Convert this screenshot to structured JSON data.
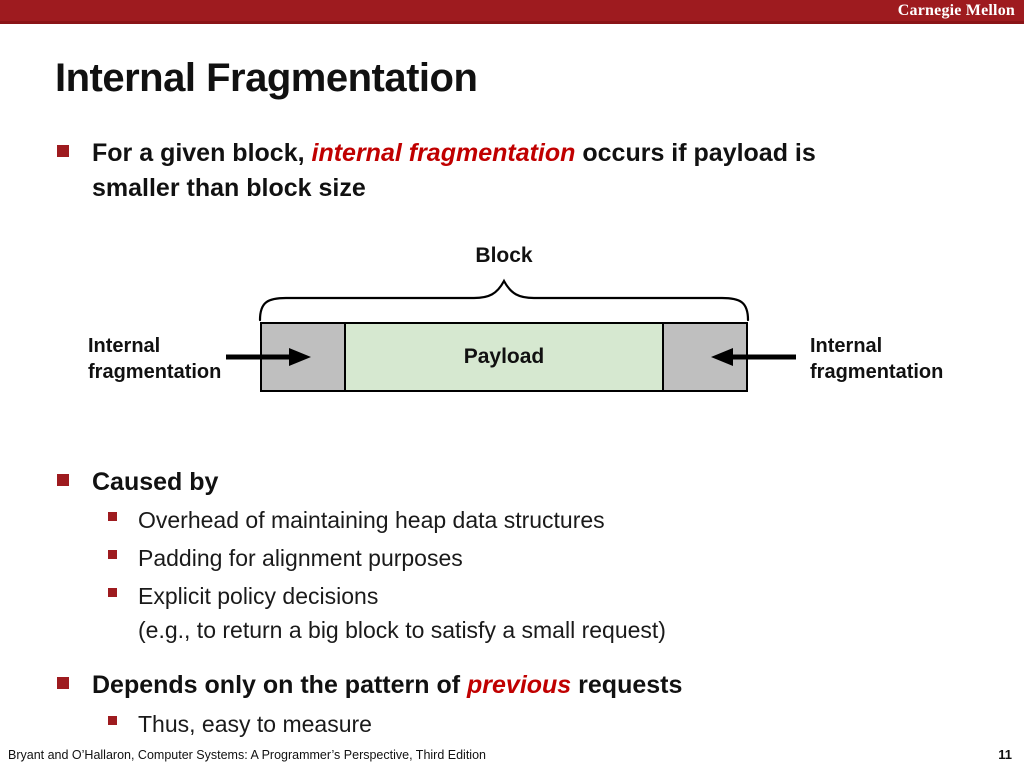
{
  "banner": {
    "brand": "Carnegie Mellon"
  },
  "slide": {
    "title": "Internal Fragmentation"
  },
  "bullets": {
    "b1_pre": "For a given block, ",
    "b1_em": "internal fragmentation",
    "b1_post": " occurs if payload is smaller than block size",
    "caused": "Caused by",
    "sub_overhead": "Overhead of maintaining heap data structures",
    "sub_padding": "Padding for alignment purposes",
    "sub_explicit_line1": "Explicit policy decisions",
    "sub_explicit_line2": "(e.g., to return a big block to satisfy a small request)",
    "depends_pre": "Depends only on the pattern of ",
    "depends_em": "previous",
    "depends_post": " requests",
    "thus": "Thus, easy to measure"
  },
  "diagram": {
    "block_label": "Block",
    "payload_label": "Payload",
    "left_label": "Internal fragmentation",
    "right_label": "Internal fragmentation"
  },
  "footer": {
    "citation": "Bryant and O’Hallaron, Computer Systems: A Programmer’s Perspective, Third Edition",
    "page": "11"
  },
  "colors": {
    "banner_red": "#9E1B1F",
    "accent_red": "#C00000",
    "gray_fill": "#BFBFBF",
    "green_fill": "#D6E8D0"
  }
}
